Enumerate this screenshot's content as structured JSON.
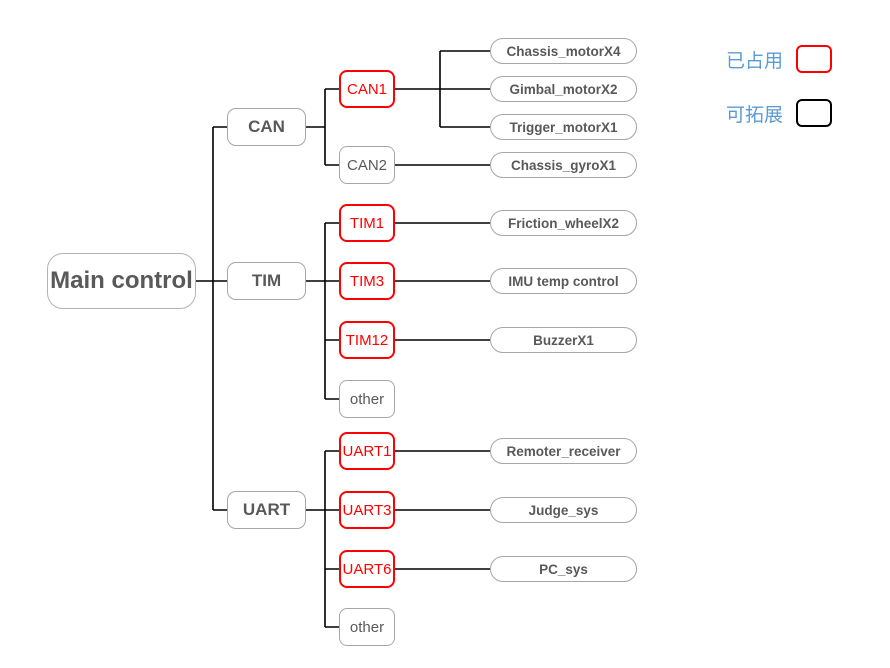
{
  "diagram": {
    "root": {
      "label": "Main control"
    },
    "groups": [
      {
        "label": "CAN",
        "ports": [
          {
            "label": "CAN1",
            "status": "occupied",
            "devices": [
              "Chassis_motorX4",
              "Gimbal_motorX2",
              "Trigger_motorX1"
            ]
          },
          {
            "label": "CAN2",
            "status": "expandable",
            "devices": [
              "Chassis_gyroX1"
            ]
          }
        ]
      },
      {
        "label": "TIM",
        "ports": [
          {
            "label": "TIM1",
            "status": "occupied",
            "devices": [
              "Friction_wheelX2"
            ]
          },
          {
            "label": "TIM3",
            "status": "occupied",
            "devices": [
              "IMU temp control"
            ]
          },
          {
            "label": "TIM12",
            "status": "occupied",
            "devices": [
              "BuzzerX1"
            ]
          },
          {
            "label": "other",
            "status": "expandable",
            "devices": []
          }
        ]
      },
      {
        "label": "UART",
        "ports": [
          {
            "label": "UART1",
            "status": "occupied",
            "devices": [
              "Remoter_receiver"
            ]
          },
          {
            "label": "UART3",
            "status": "occupied",
            "devices": [
              "Judge_sys"
            ]
          },
          {
            "label": "UART6",
            "status": "occupied",
            "devices": [
              "PC_sys"
            ]
          },
          {
            "label": "other",
            "status": "expandable",
            "devices": []
          }
        ]
      }
    ]
  },
  "legend": {
    "occupied": {
      "label": "已占用",
      "color": "#ff0000"
    },
    "expandable": {
      "label": "可拓展",
      "color": "#000000"
    },
    "label_color": "#5b9bd5"
  },
  "colors": {
    "node_text": "#595959",
    "node_border": "#a6a6a6",
    "occupied": "#ff0000",
    "connector": "#000000",
    "legend_text": "#5b9bd5",
    "background": "#ffffff"
  }
}
